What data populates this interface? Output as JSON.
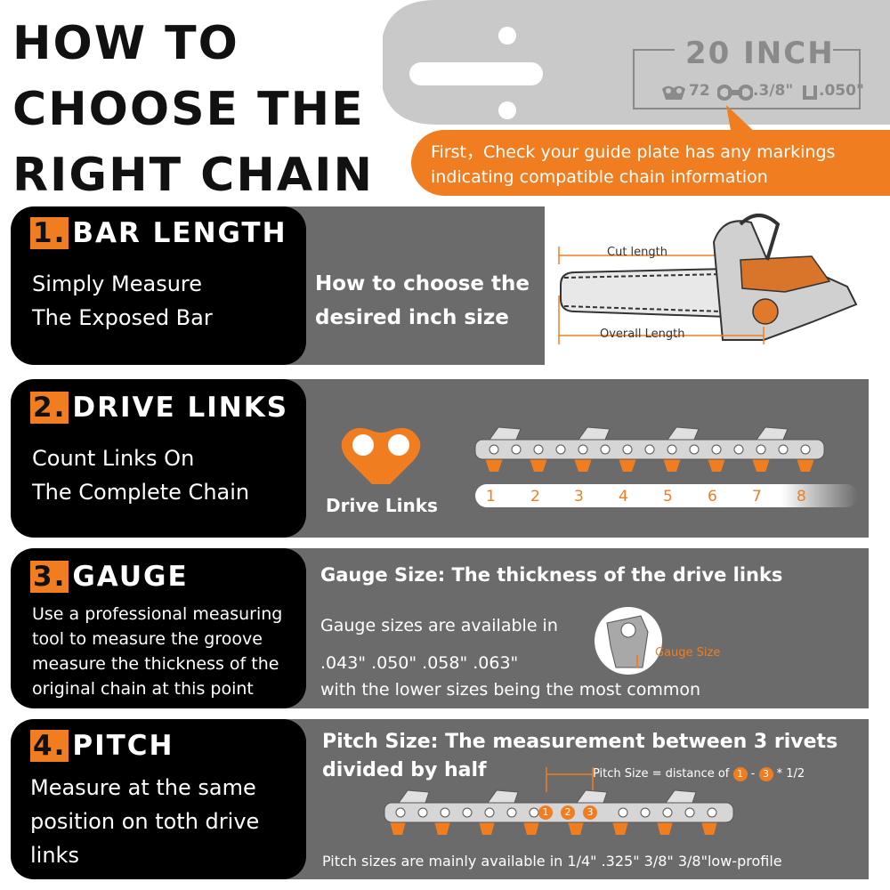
{
  "title": {
    "lines": [
      "HOW TO",
      "CHOOSE THE",
      "RIGHT CHAIN"
    ]
  },
  "bar": {
    "size": "20 INCH",
    "drive_links": "72",
    "pitch": ".3/8\"",
    "gauge": ".050\""
  },
  "callout": {
    "line1": "First，Check your guide plate has any markings",
    "line2": "indicating compatible chain information"
  },
  "sections": {
    "bar_length": {
      "number": "1.",
      "heading": "BAR LENGTH",
      "desc_line1": "Simply Measure",
      "desc_line2": "The Exposed Bar",
      "panel_line1": "How to choose the",
      "panel_line2": "desired inch size",
      "cut_label": "Cut length",
      "overall_label": "Overall Length"
    },
    "drive_links": {
      "number": "2.",
      "heading": "DRIVE LINKS",
      "desc_line1": "Count Links On",
      "desc_line2": "The Complete Chain",
      "icon_label": "Drive Links",
      "counts": [
        "1",
        "2",
        "3",
        "4",
        "5",
        "6",
        "7",
        "8"
      ]
    },
    "gauge": {
      "number": "3.",
      "heading": "GAUGE",
      "desc_lines": [
        "Use a professional measuring",
        "tool to measure the groove",
        "measure the thickness of the",
        "original chain at this point"
      ],
      "panel_title": "Gauge Size: The thickness of the drive links",
      "available": "Gauge sizes are available in",
      "sizes": ".043\" .050\" .058\" .063\"",
      "common": "with the lower sizes being the most common",
      "image_label": "Gauge Size"
    },
    "pitch": {
      "number": "4.",
      "heading": "PITCH",
      "desc_lines": [
        "Measure at the same",
        "position on toth drive",
        "links"
      ],
      "panel_title_line1": "Pitch Size: The measurement between 3 rivets",
      "panel_title_line2": "divided by half",
      "formula_prefix": "Pitch Size = distance of",
      "formula_a": "1",
      "formula_dash": "-",
      "formula_b": "3",
      "formula_suffix": "* 1/2",
      "rivets": [
        "1",
        "2",
        "3"
      ],
      "available": "Pitch sizes are mainly available in 1/4\" .325\" 3/8\"  3/8\"low-profile"
    }
  },
  "colors": {
    "accent": "#f07d1f",
    "panel": "#6b6b6b",
    "card": "#000000",
    "bar": "#c9c9c9"
  }
}
